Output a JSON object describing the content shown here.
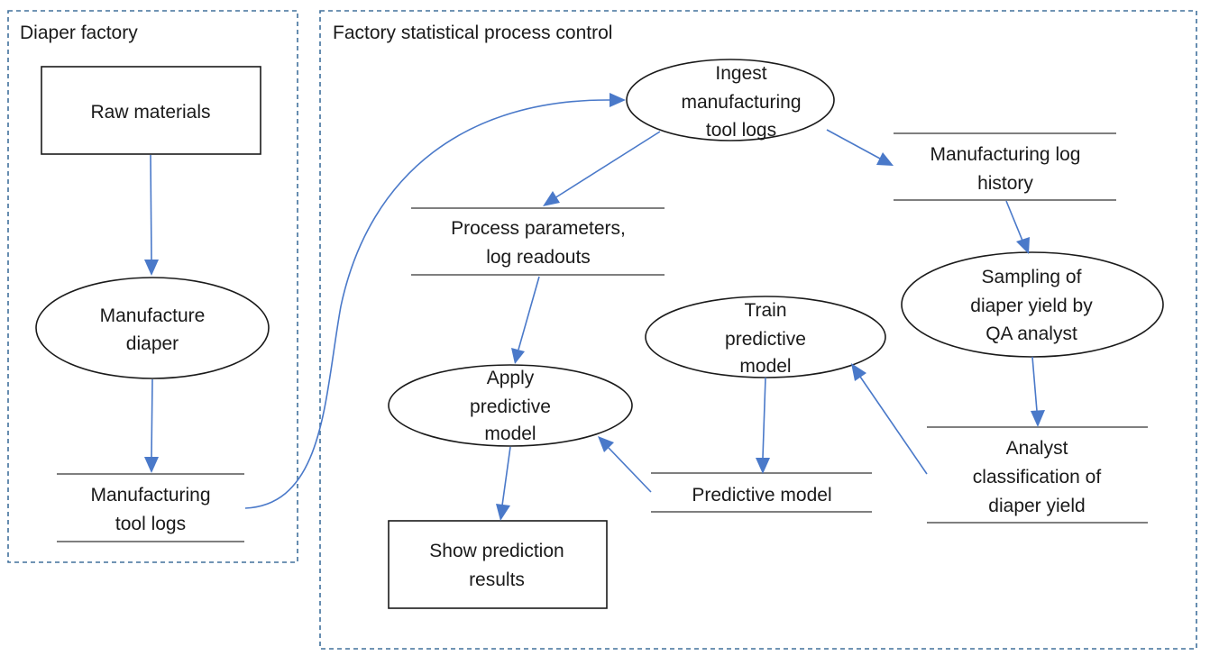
{
  "diagram": {
    "boundaries": {
      "diaper_factory": "Diaper factory",
      "spc": "Factory statistical process control"
    },
    "nodes": {
      "raw_materials": [
        "Raw materials"
      ],
      "manufacture_diaper": [
        "Manufacture",
        "diaper"
      ],
      "manufacturing_tool_logs": [
        "Manufacturing",
        "tool logs"
      ],
      "ingest_logs": [
        "Ingest",
        "manufacturing",
        "tool logs"
      ],
      "process_parameters": [
        "Process parameters,",
        "log readouts"
      ],
      "log_history": [
        "Manufacturing log",
        "history"
      ],
      "sampling_yield": [
        "Sampling of",
        "diaper yield by",
        "QA analyst"
      ],
      "train_model": [
        "Train",
        "predictive",
        "model"
      ],
      "apply_model": [
        "Apply",
        "predictive",
        "model"
      ],
      "analyst_classification": [
        "Analyst",
        "classification of",
        "diaper yield"
      ],
      "predictive_model": [
        "Predictive model"
      ],
      "show_results": [
        "Show prediction",
        "results"
      ]
    },
    "colors": {
      "flow": "#4a79c9",
      "boundary": "#41719c",
      "store_line": "#7f7f7f",
      "shape_stroke": "#1a1a1a"
    }
  }
}
